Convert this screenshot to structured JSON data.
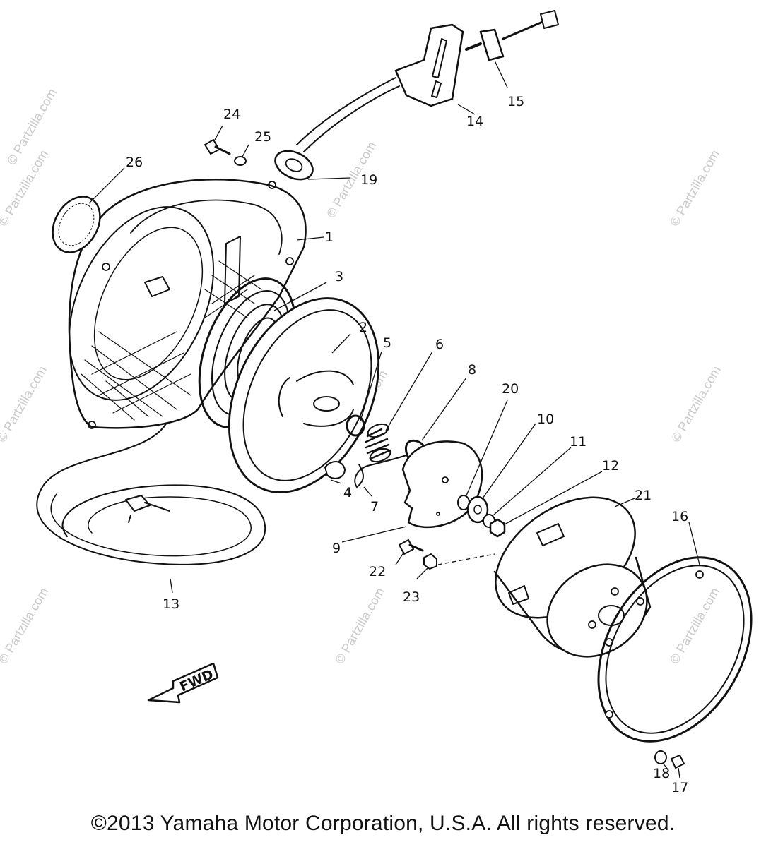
{
  "diagram": {
    "labels": {
      "p1": "1",
      "p2": "2",
      "p3": "3",
      "p4": "4",
      "p5": "5",
      "p6": "6",
      "p7": "7",
      "p8": "8",
      "p9": "9",
      "p10": "10",
      "p11": "11",
      "p12": "12",
      "p13": "13",
      "p14": "14",
      "p15": "15",
      "p16": "16",
      "p17": "17",
      "p18": "18",
      "p19": "19",
      "p20": "20",
      "p21": "21",
      "p22": "22",
      "p23": "23",
      "p24": "24",
      "p25": "25",
      "p26": "26"
    },
    "fwd_label": "FWD",
    "watermark": "© Partzilla.com"
  },
  "footer": {
    "copyright": "©2013 Yamaha Motor Corporation, U.S.A. All rights reserved."
  }
}
